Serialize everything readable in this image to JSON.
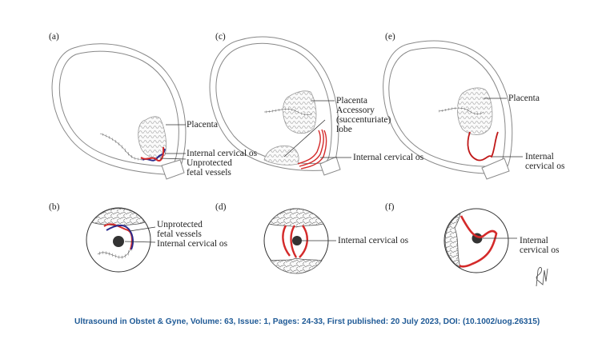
{
  "figure": {
    "panels": [
      {
        "id": "a",
        "label": "(a)",
        "annotations": [
          "Placenta",
          "Internal cervical os",
          "Unprotected\nfetal vessels"
        ]
      },
      {
        "id": "b",
        "label": "(b)",
        "annotations": [
          "Unprotected\nfetal vessels",
          "Internal cervical os"
        ]
      },
      {
        "id": "c",
        "label": "(c)",
        "annotations": [
          "Placenta",
          "Accessory\n(succenturiate)\nlobe",
          "Internal cervical os"
        ]
      },
      {
        "id": "d",
        "label": "(d)",
        "annotations": [
          "Internal cervical os"
        ]
      },
      {
        "id": "e",
        "label": "(e)",
        "annotations": [
          "Placenta",
          "Internal\ncervical os"
        ]
      },
      {
        "id": "f",
        "label": "(f)",
        "annotations": [
          "Internal\ncervical os"
        ]
      }
    ],
    "colors": {
      "artery": "#d42a2a",
      "vein": "#2a2a8c",
      "outline": "#888888",
      "os": "#333333",
      "caption": "#1f5a96"
    },
    "signature_icon": "artist-signature"
  },
  "caption": "Ultrasound in Obstet & Gyne, Volume: 63, Issue: 1, Pages: 24-33, First published: 20 July 2023, DOI: (10.1002/uog.26315)"
}
